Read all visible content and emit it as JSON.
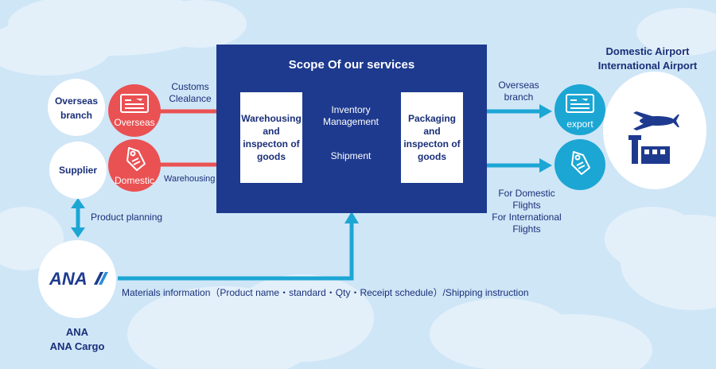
{
  "scope": {
    "title": "Scope Of our services"
  },
  "nodes": {
    "overseas_branch": "Overseas\nbranch",
    "supplier": "Supplier",
    "overseas_badge": "Overseas",
    "domestic_badge": "Domestic",
    "ana_logo": "ANA",
    "ana_caption": "ANA\nANA Cargo",
    "airports": "Domestic Airport\nInternational Airport",
    "export_badge": "export"
  },
  "boxes": {
    "warehousing": "Warehousing\nand\ninspecton of\ngoods",
    "packaging": "Packaging\nand\ninspecton of\ngoods"
  },
  "labels": {
    "customs": "Customs\nClealance",
    "warehousing_arrow": "Warehousing",
    "inventory": "Inventory\nManagement",
    "shipment": "Shipment",
    "overseas_branch_right": "Overseas\nbranch",
    "flights": "For Domestic\nFlights\nFor International\nFlights",
    "product_planning": "Product planning",
    "materials": "Materials information（Product name・standard・Qty・Receipt schedule）/Shipping instruction"
  },
  "colors": {
    "navy": "#1e3a8f",
    "red": "#ea5153",
    "teal": "#1ca6d4",
    "sky": "#cfe6f7"
  }
}
